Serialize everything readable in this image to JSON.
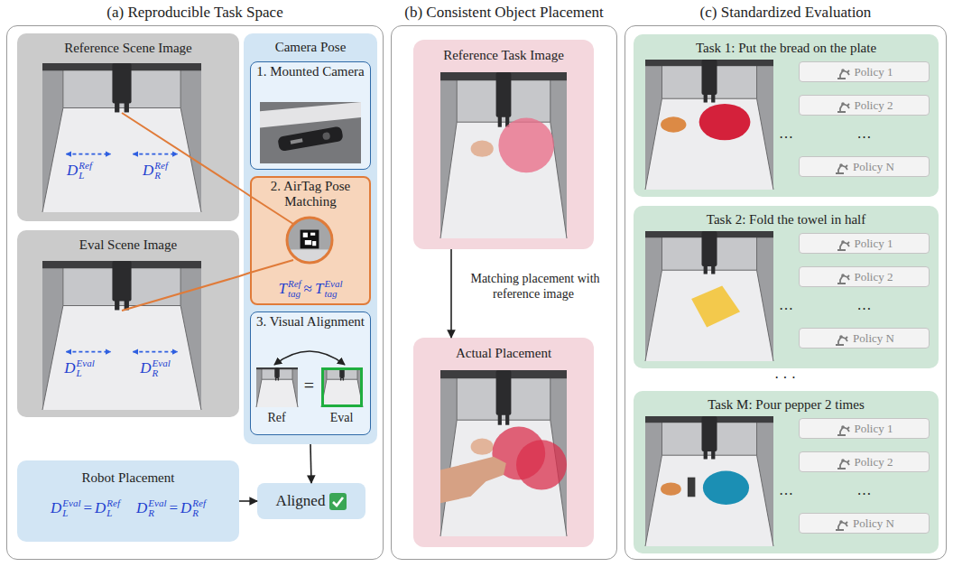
{
  "diagram": {
    "nodes": [
      {
        "text": [
          "(a) Reproducible Task Space"
        ]
      },
      {
        "text": [
          "Reference Scene Image",
          "D",
          "L",
          "Ref",
          "D",
          "R",
          "Ref"
        ],
        "in": 0
      },
      {
        "text": [
          "Camera Pose"
        ],
        "in": 0
      },
      {
        "text": [
          "1. Mounted Camera"
        ],
        "in": 2
      },
      {
        "text": [
          "2. AirTag Pose Matching",
          "T",
          "tag",
          "Ref",
          "≈",
          "T",
          "tag",
          "Eval"
        ],
        "in": 2
      },
      {
        "text": [
          "3. Visual Alignment",
          "Ref",
          "=",
          "Eval"
        ],
        "in": 2
      },
      {
        "text": [
          "Eval Scene Image",
          "D",
          "L",
          "Eval",
          "D",
          "R",
          "Eval"
        ],
        "in": 0
      },
      {
        "text": [
          "Robot Placement",
          "D",
          "L",
          "Eval",
          "=",
          "D",
          "L",
          "Ref",
          "D",
          "R",
          "Eval",
          "=",
          "D",
          "R",
          "Ref"
        ],
        "in": 0
      },
      {
        "text": [
          "Aligned"
        ],
        "in": 0
      },
      {
        "text": [
          "(b) Consistent Object Placement"
        ]
      },
      {
        "text": [
          "Reference Task Image"
        ],
        "in": 9
      },
      {
        "text": [
          "Actual Placement"
        ],
        "in": 9
      },
      {
        "text": [
          "(c) Standardized Evaluation"
        ]
      },
      {
        "text": [
          "Task 1: Put the bread on the plate",
          "…",
          "…"
        ],
        "in": 12
      },
      {
        "text": [
          "Policy 1"
        ],
        "in": 13
      },
      {
        "text": [
          "Policy 2"
        ],
        "in": 13
      },
      {
        "text": [
          "Policy N"
        ],
        "in": 13
      },
      {
        "text": [
          "Task 2: Fold the towel in half",
          "…",
          "…"
        ],
        "in": 12
      },
      {
        "text": [
          "Policy 1"
        ],
        "in": 17
      },
      {
        "text": [
          "Policy 2"
        ],
        "in": 17
      },
      {
        "text": [
          "Policy N"
        ],
        "in": 17
      },
      {
        "text": [
          "Task M: Pour pepper 2 times",
          "…",
          "…"
        ],
        "in": 12
      },
      {
        "text": [
          "Policy 1"
        ],
        "in": 21
      },
      {
        "text": [
          "Policy 2"
        ],
        "in": 21
      },
      {
        "text": [
          "Policy N"
        ],
        "in": 21
      }
    ],
    "edges": [
      {
        "from": 2,
        "to": 8,
        "arrow": "to"
      },
      {
        "from": 7,
        "to": 8,
        "arrow": "to"
      },
      {
        "from": 1,
        "to": 4,
        "arrow": "none"
      },
      {
        "from": 6,
        "to": 4,
        "arrow": "none"
      },
      {
        "from": 10,
        "to": 11,
        "arrow": "to",
        "label": "Matching placement with reference image"
      }
    ],
    "labels": [
      "· · ·"
    ]
  }
}
